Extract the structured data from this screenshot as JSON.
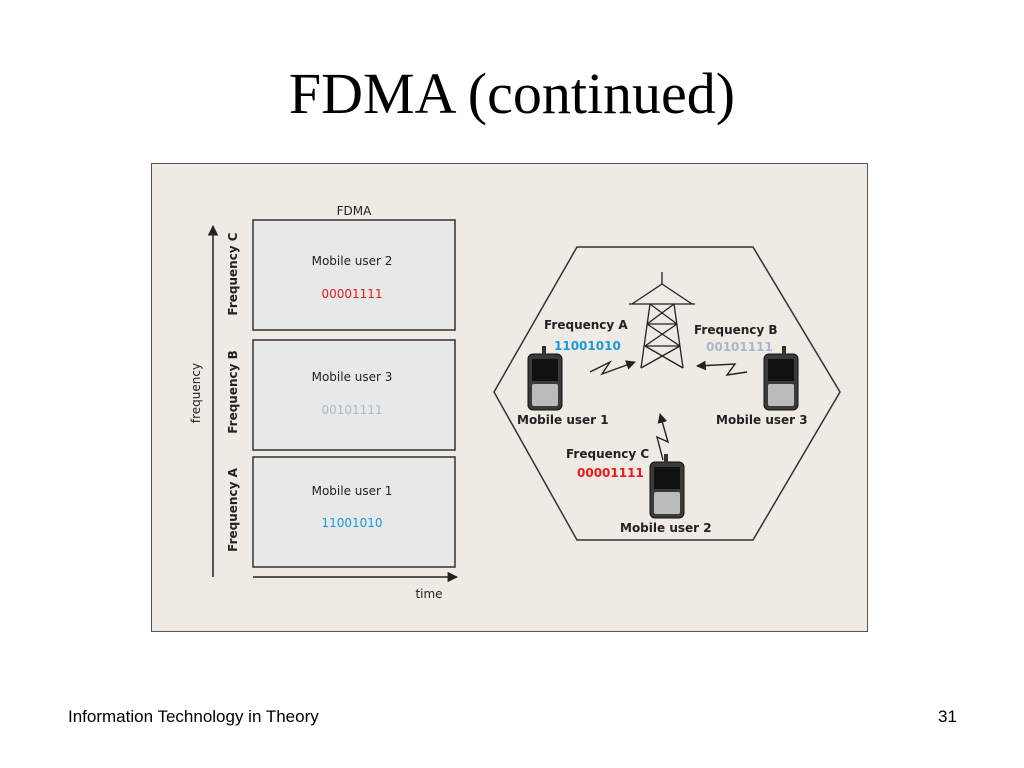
{
  "slide": {
    "title": "FDMA (continued)",
    "footer_left": "Information Technology in Theory",
    "page_number": "31"
  },
  "chart_left": {
    "title": "FDMA",
    "y_axis_label": "frequency",
    "x_axis_label": "time",
    "bands": [
      {
        "axis_label": "Frequency C",
        "user": "Mobile user 2",
        "code": "00001111",
        "code_color": "#e8191d"
      },
      {
        "axis_label": "Frequency B",
        "user": "Mobile user 3",
        "code": "00101111",
        "code_color": "#a9b8cc"
      },
      {
        "axis_label": "Frequency A",
        "user": "Mobile user 1",
        "code": "11001010",
        "code_color": "#1a9ad6"
      }
    ]
  },
  "cell": {
    "tower_icon": "cell-tower-icon",
    "phone_icon": "mobile-phone-icon",
    "users": [
      {
        "freq_label": "Frequency A",
        "code": "11001010",
        "code_color": "#1a9ad6",
        "user": "Mobile user 1"
      },
      {
        "freq_label": "Frequency B",
        "code": "00101111",
        "code_color": "#a9b8cc",
        "user": "Mobile user 3"
      },
      {
        "freq_label": "Frequency C",
        "code": "00001111",
        "code_color": "#e8191d",
        "user": "Mobile user 2"
      }
    ]
  }
}
